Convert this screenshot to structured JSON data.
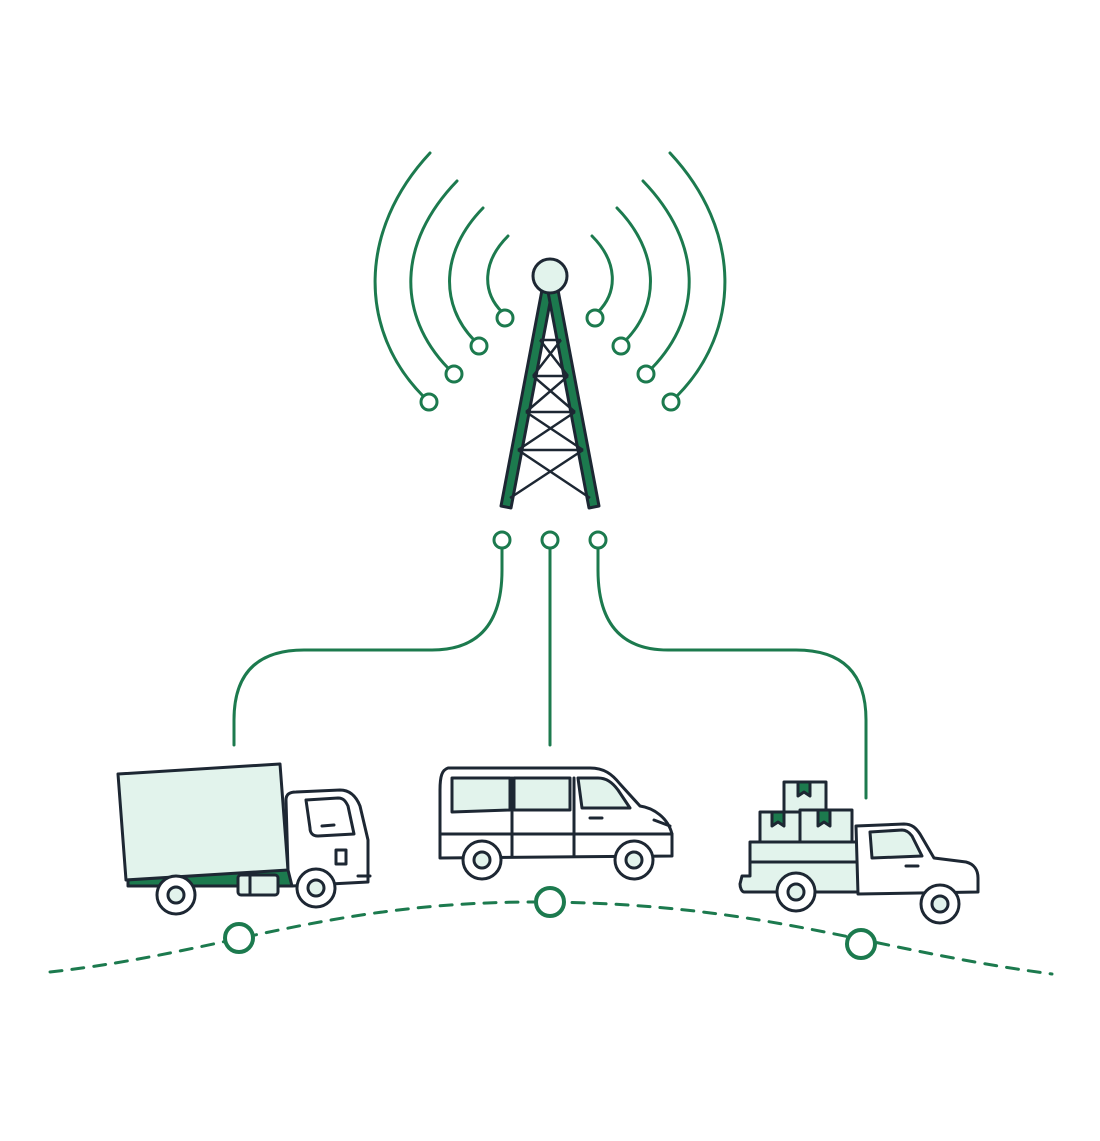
{
  "colors": {
    "accent": "#1c7a4e",
    "outline": "#1d2733",
    "fill_light": "#e2f3ec",
    "background": "#ffffff"
  },
  "icons": {
    "tower": "cell-tower-icon",
    "signal": "signal-wave-icon",
    "node": "connection-node-icon",
    "box_truck": "box-truck-icon",
    "van": "cargo-van-icon",
    "pickup": "pickup-truck-icon",
    "package": "package-box-icon",
    "route": "dashed-route-icon"
  },
  "vehicles": [
    "box-truck",
    "cargo-van",
    "pickup-truck"
  ],
  "route_stops": 3
}
